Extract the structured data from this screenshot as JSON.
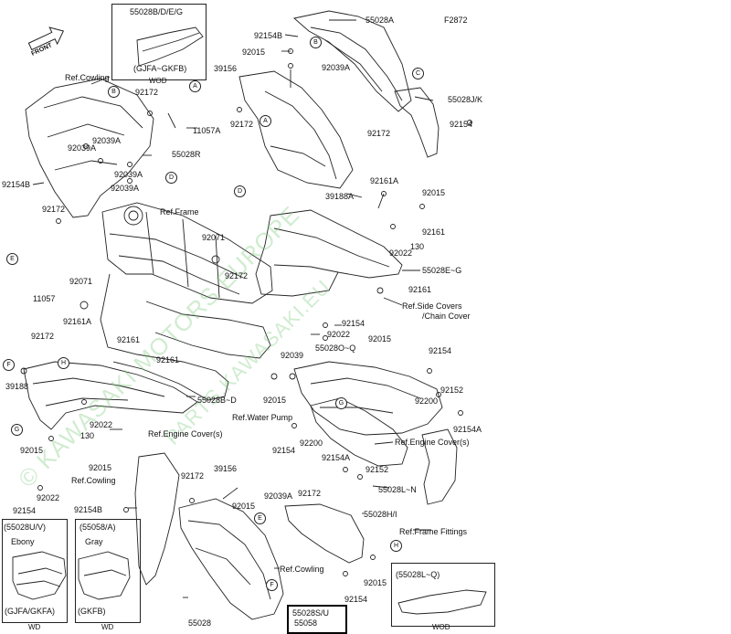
{
  "diagram_id": "F2872",
  "labels": {
    "55028B_DEG": "55028B/D/E/G",
    "gjfa_gkfb": "(GJFA~GKFB)",
    "wod_top": "WOD",
    "55028A": "55028A",
    "92154B_top": "92154B",
    "92015_a": "92015",
    "39156_a": "39156",
    "92039A_a": "92039A",
    "55028JK": "55028J/K",
    "ref_cowling_a": "Ref.Cowling",
    "92172_a": "92172",
    "92172_b": "92172",
    "11057A": "11057A",
    "92039A_b": "92039A",
    "92039A_c": "92039A",
    "92039A_d": "92039A",
    "92039A_e": "92039A",
    "55028R": "55028R",
    "92154B_left": "92154B",
    "92172_c": "92172",
    "92154_right": "92154",
    "92161A_a": "92161A",
    "92015_b": "92015",
    "39188A": "39188A",
    "ref_frame": "Ref.Frame",
    "92071_a": "92071",
    "92161_a": "92161",
    "130_a": "130",
    "92022_a": "92022",
    "92172_d": "92172",
    "55028EG": "55028E~G",
    "11057": "11057",
    "92071_b": "92071",
    "92161_b": "92161",
    "ref_side_covers": "Ref.Side Covers",
    "chain_cover": "/Chain Cover",
    "92161A_b": "92161A",
    "92154_c": "92154",
    "92022_b": "92022",
    "92172_e": "92172",
    "55028OQ": "55028O~Q",
    "92015_c": "92015",
    "92154_d": "92154",
    "92161_c": "92161",
    "92039_a": "92039",
    "92161_d": "92161",
    "39188": "39188",
    "55028BD": "55028B~D",
    "92200_a": "92200",
    "92152_a": "92152",
    "92015_d": "92015",
    "ref_water_pump": "Ref.Water Pump",
    "92022_c": "92022",
    "130_b": "130",
    "ref_engine_cover_a": "Ref.Engine Cover(s)",
    "92154A_a": "92154A",
    "92200_b": "92200",
    "92154_e": "92154",
    "ref_engine_cover_b": "Ref.Engine Cover(s)",
    "92015_e": "92015",
    "92015_f": "92015",
    "92154A_b": "92154A",
    "ref_cowling_b": "Ref.Cowling",
    "92172_f": "92172",
    "39156_b": "39156",
    "92152_b": "92152",
    "55028LN": "55028L~N",
    "92022_d": "92022",
    "92154B_bottom": "92154B",
    "92154_f": "92154",
    "92015_g": "92015",
    "92039A_f": "92039A",
    "92172_g": "92172",
    "55028HI": "55028H/I",
    "ref_frame_fittings": "Ref.Frame Fittings",
    "55028UV": "(55028U/V)",
    "ebony": "Ebony",
    "gjfa_gkfa": "(GJFA/GKFA)",
    "wd_a": "WD",
    "55058A": "(55058/A)",
    "gray": "Gray",
    "gkfb": "(GKFB)",
    "wd_b": "WD",
    "ref_cowling_c": "Ref.Cowling",
    "92015_h": "92015",
    "55028LQ": "(55028L~Q)",
    "wod_bottom": "WOD",
    "55028": "55028",
    "92154_g": "92154",
    "55028SU": "55028S/U",
    "55058": "55058",
    "front": "FRONT"
  },
  "circle_refs": [
    "B",
    "A",
    "C",
    "B",
    "A",
    "D",
    "D",
    "E",
    "F",
    "H",
    "G",
    "G",
    "E",
    "F",
    "H"
  ],
  "watermark_lines": [
    "© KAWASAKI MOTORS EUROPE",
    "PARTS.KAWASAKI.EU"
  ],
  "colors": {
    "line": "#222222",
    "watermark": "#78c878",
    "highlight_box": "#000000"
  }
}
